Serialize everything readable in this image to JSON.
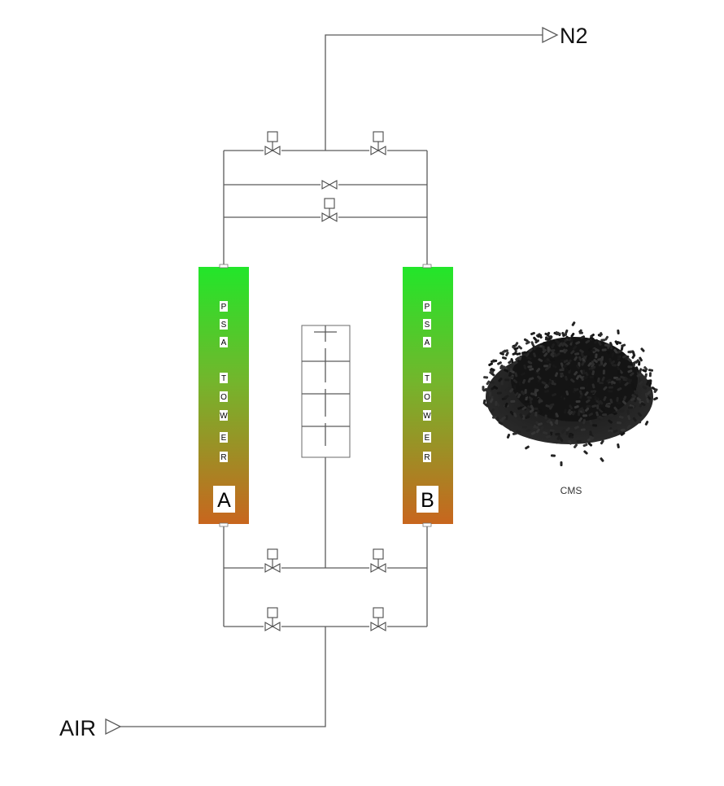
{
  "inlet": {
    "label": "AIR"
  },
  "outlet": {
    "label": "N2"
  },
  "towers": [
    {
      "letters": [
        "P",
        "S",
        "A",
        "",
        "T",
        "O",
        "W",
        "E",
        "R"
      ],
      "id_label": "A"
    },
    {
      "letters": [
        "P",
        "S",
        "A",
        "",
        "T",
        "O",
        "W",
        "E",
        "R"
      ],
      "id_label": "B"
    }
  ],
  "material": {
    "label": "CMS"
  },
  "colors": {
    "tower_top": "#22e62a",
    "tower_bottom": "#c8661e",
    "pipe": "#5a5a5a",
    "pellet": "#1c1c1c"
  }
}
